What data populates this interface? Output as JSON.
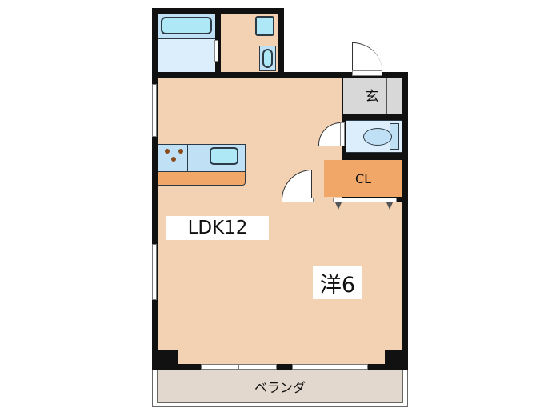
{
  "floorplan": {
    "layout_type": "1LDK",
    "rooms": {
      "ldk": {
        "label": "LDK12",
        "color": "#f3d2b4"
      },
      "western": {
        "label": "洋6",
        "color": "#f3d2b4"
      },
      "closet": {
        "label": "CL",
        "color": "#f0a767"
      },
      "entrance": {
        "label": "玄",
        "color": "#d8d8d8"
      },
      "toilet": {
        "label": "",
        "color": "#dceefb"
      },
      "bath": {
        "label": "",
        "color": "#dceefb"
      },
      "washroom": {
        "label": "",
        "color": "#f3d2b4"
      },
      "balcony": {
        "label": "ベランダ",
        "color": "#e2d8ce"
      }
    },
    "fixtures": [
      "bathtub",
      "washbasin",
      "washing-machine-pan",
      "toilet",
      "kitchen-counter",
      "stove",
      "sink"
    ],
    "colors": {
      "wall": "#111111",
      "fixture_fill": "#aee7f5",
      "fixture_outline": "#2b3a45",
      "counter": "#f0a767"
    }
  }
}
